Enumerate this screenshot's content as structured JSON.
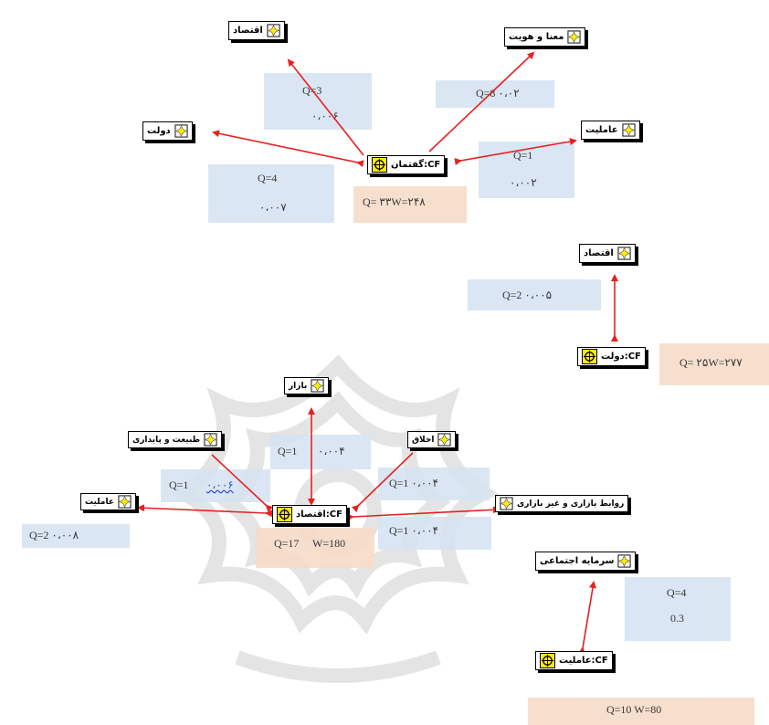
{
  "diagram": {
    "nodes": {
      "top_eqtesad": "اقتصاد",
      "top_mana": "معنا و هویت",
      "top_dolat": "دولت",
      "top_ameliyat": "عاملیت",
      "top_center": "گفتمان:CF",
      "mid_eqtesad": "اقتصاد",
      "mid_dolat": "دولت:CF",
      "bot_bazar": "بازار",
      "bot_tabiat": "طبیعت و پایداری",
      "bot_akhlagh": "اخلاق",
      "bot_amelit": "عاملیت",
      "bot_center": "اقتصاد:CF",
      "bot_ravabet": "روابط بازاری و غیر بازاری",
      "bot_sarmaye": "سرمایه اجتماعی",
      "bot_ameliyat_cf": "عاملیت:CF"
    },
    "stats": {
      "s_eq_q": "Q=3",
      "s_eq_v": "۰،۰۰۶",
      "s_mana": "Q=8 ۰،۰۲",
      "s_dolat_q": "Q=4",
      "s_dolat_v": "۰،۰۰۷",
      "s_amel_q": "Q=1",
      "s_amel_v": "۰،۰۰۲",
      "s_center": "Q= ۳۳W=۲۴۸",
      "s_mid_link": "Q=2  ۰،۰۰۵",
      "s_mid_center": "Q= ۲۵W=۲۷۷",
      "s_bazar_q": "Q=1",
      "s_bazar_v": "۰،۰۰۴",
      "s_tabiat": "Q=1",
      "s_tabiat_v": "۰،۰۰۶",
      "s_akhlagh": "Q=1  ۰،۰۰۴",
      "s_amelit": "Q=2  ۰،۰۰۸",
      "s_ravabet": "Q=1  ۰،۰۰۴",
      "s_bot_center_q": "Q=17",
      "s_bot_center_w": "W=180",
      "s_sarmaye_q": "Q=4",
      "s_sarmaye_v": "0.3",
      "s_ameliyat_cf": "Q=10 W=80"
    }
  },
  "colors": {
    "arrow": "#e8201e",
    "stat_blue": "#d6e4f2",
    "stat_peach": "#f7dcc8",
    "watermark": "#c8c8c8",
    "cf_icon": "#ffec00"
  }
}
